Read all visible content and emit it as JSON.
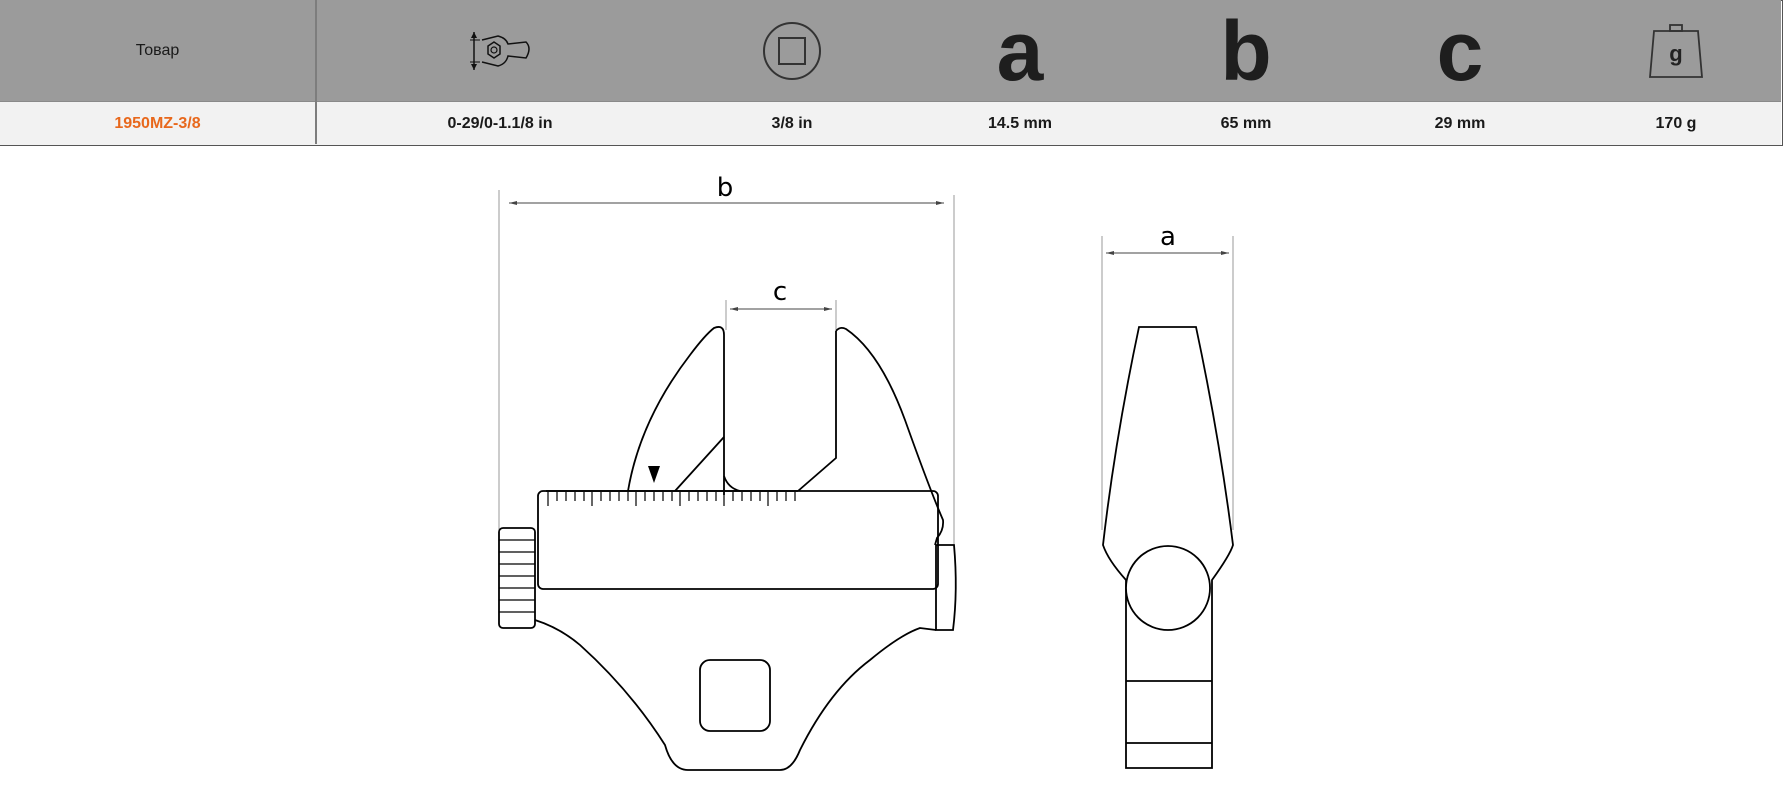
{
  "table": {
    "header": {
      "product_label": "Товар",
      "columns": [
        {
          "icon": "wrench-opening-icon"
        },
        {
          "icon": "square-drive-icon"
        },
        {
          "letter": "a"
        },
        {
          "letter": "b"
        },
        {
          "letter": "c"
        },
        {
          "icon": "weight-icon",
          "icon_text": "g"
        }
      ]
    },
    "row": {
      "product_code": "1950MZ-3/8",
      "values": [
        "0-29/0-1.1/8 in",
        "3/8 in",
        "14.5 mm",
        "65 mm",
        "29 mm",
        "170 g"
      ]
    }
  },
  "drawing": {
    "dimension_labels": {
      "b": "b",
      "c": "c",
      "a": "a"
    }
  },
  "colors": {
    "header_bg": "#9b9b9b",
    "value_row_bg": "#f2f2f2",
    "product_code": "#e8681c"
  }
}
